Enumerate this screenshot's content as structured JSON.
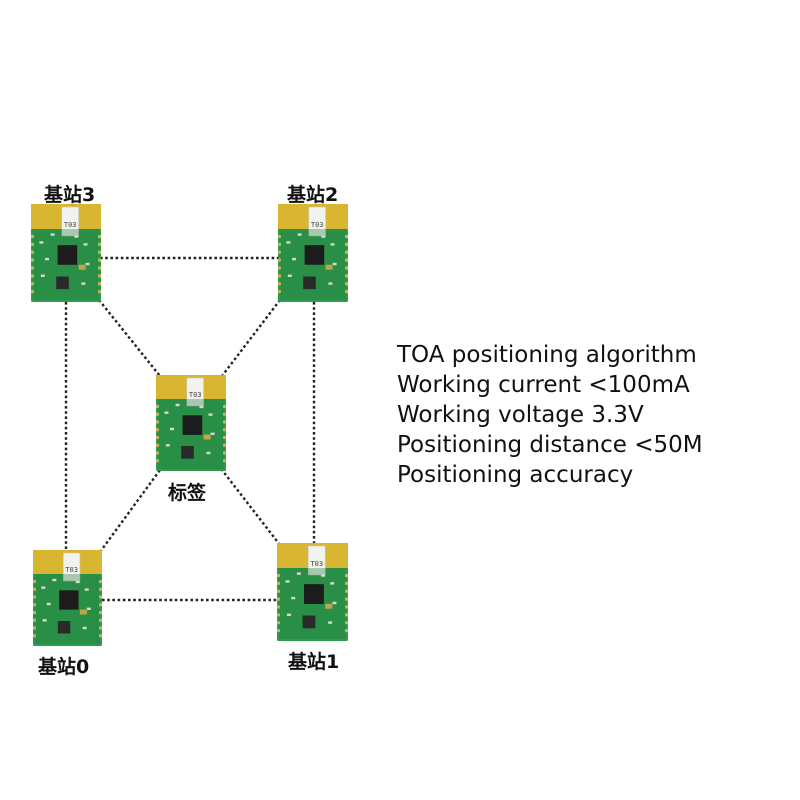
{
  "nodes": [
    {
      "id": "anchor3",
      "label": "基站3",
      "chip_marking": "T03"
    },
    {
      "id": "anchor2",
      "label": "基站2",
      "chip_marking": "T03"
    },
    {
      "id": "tag",
      "label": "标签",
      "chip_marking": "T03"
    },
    {
      "id": "anchor0",
      "label": "基站0",
      "chip_marking": "T03"
    },
    {
      "id": "anchor1",
      "label": "基站1",
      "chip_marking": "T03"
    }
  ],
  "edges": [
    [
      "anchor3",
      "anchor2"
    ],
    [
      "anchor3",
      "anchor0"
    ],
    [
      "anchor2",
      "anchor1"
    ],
    [
      "anchor0",
      "anchor1"
    ],
    [
      "anchor3",
      "tag"
    ],
    [
      "anchor2",
      "tag"
    ],
    [
      "anchor0",
      "tag"
    ],
    [
      "anchor1",
      "tag"
    ]
  ],
  "specs": [
    "TOA positioning algorithm",
    "Working current <100mA",
    "Working voltage 3.3V",
    "Positioning distance <50M",
    "Positioning accuracy"
  ],
  "colors": {
    "pcb_green": "#2e9a4e",
    "pcb_dark": "#1f7a3a",
    "antenna_yellow": "#d9b632",
    "chip_black": "#1c1c1c",
    "edge_line": "#222222"
  }
}
